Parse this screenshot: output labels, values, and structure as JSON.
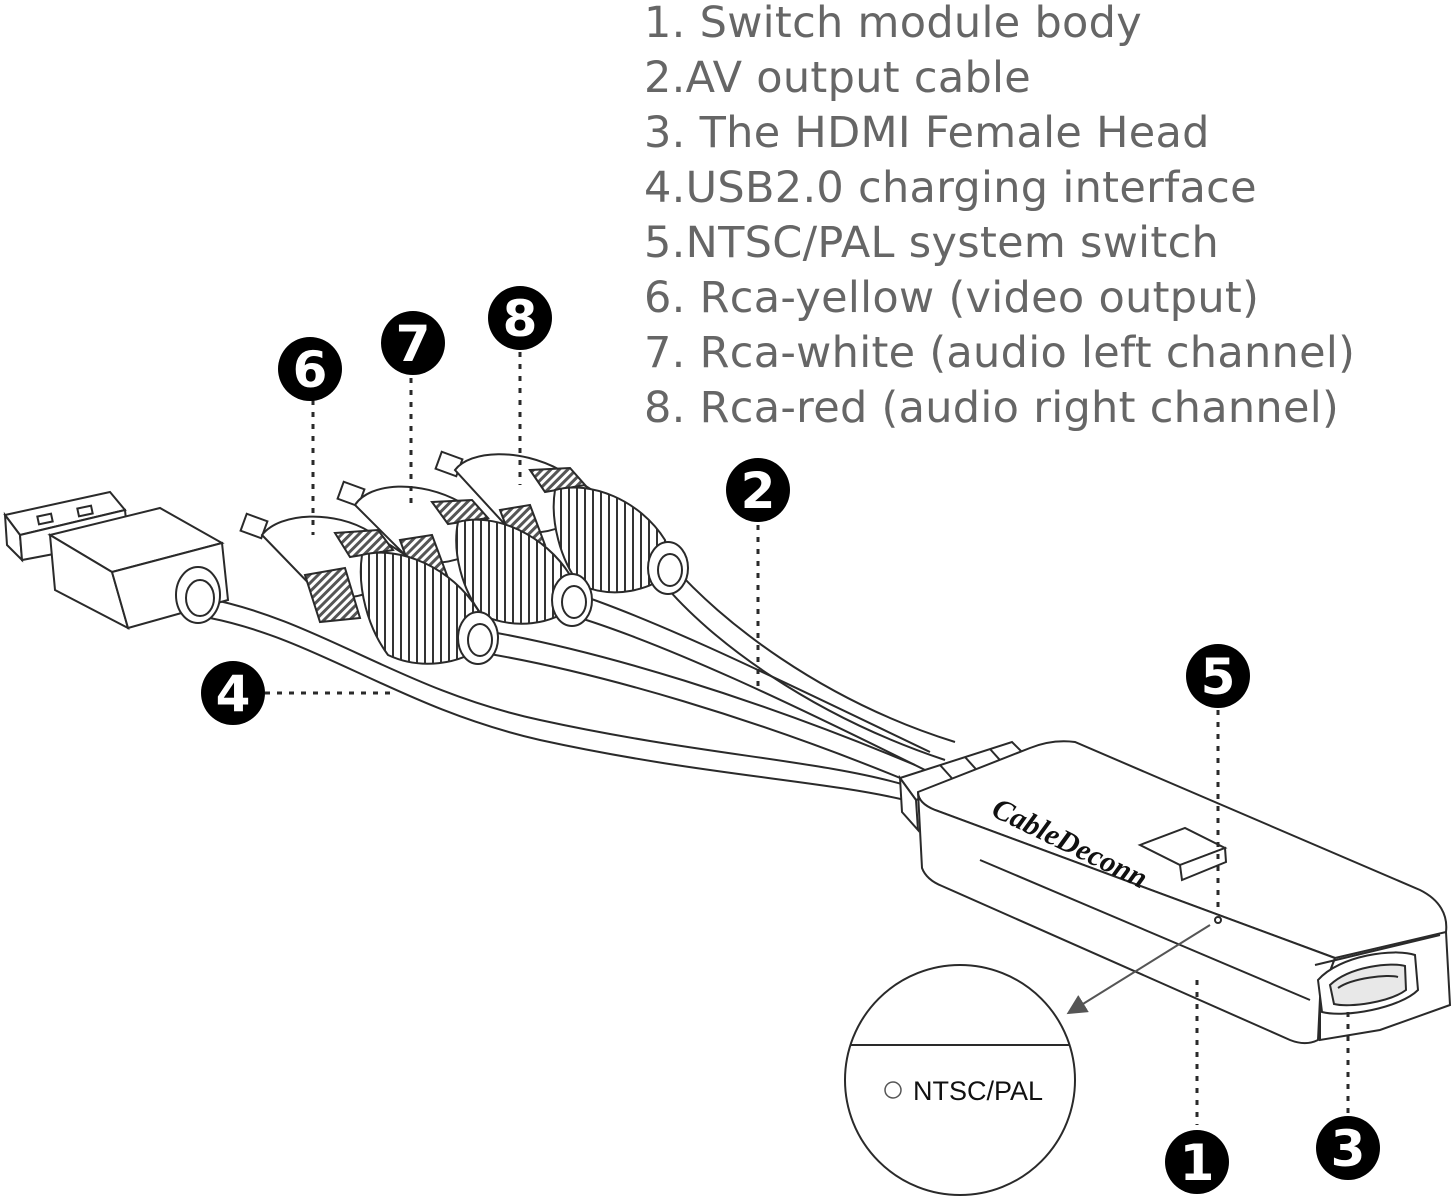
{
  "legend": {
    "items": [
      "1. Switch module body",
      "2.AV output cable",
      "3. The HDMI Female Head",
      "4.USB2.0 charging interface",
      "5.NTSC/PAL system switch",
      "6. Rca-yellow (video output)",
      "7. Rca-white (audio left channel)",
      "8. Rca-red (audio right channel)"
    ]
  },
  "callouts": {
    "n1": "1",
    "n2": "2",
    "n3": "3",
    "n4": "4",
    "n5": "5",
    "n6": "6",
    "n7": "7",
    "n8": "8"
  },
  "brand": "CableDeconn",
  "zoom": {
    "switch_label": "NTSC/PAL"
  },
  "colors": {
    "line": "#2a2a2a",
    "legend_text": "#666666",
    "callout_fill": "#000000"
  }
}
